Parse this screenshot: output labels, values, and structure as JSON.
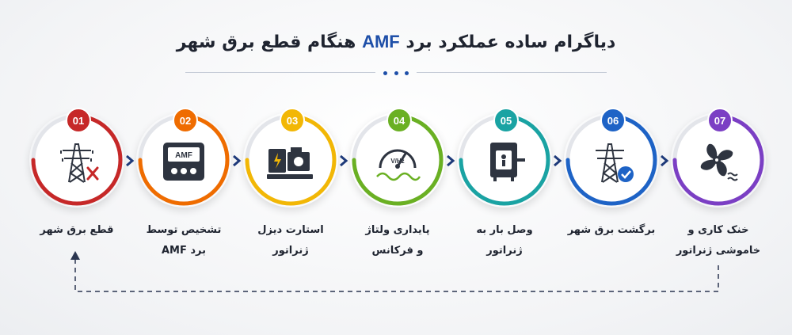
{
  "title": {
    "before": "دیاگرام ساده عملکرد برد",
    "highlight": "AMF",
    "after": "هنگام قطع برق شهر"
  },
  "steps": [
    {
      "num": "01",
      "line1": "قطع برق شهر",
      "line2": "",
      "color": "#c62828",
      "icon": "power-tower-cut-icon"
    },
    {
      "num": "02",
      "line1": "تشخیص توسط",
      "line2": "برد AMF",
      "color": "#ef6c00",
      "icon": "amf-controller-icon"
    },
    {
      "num": "03",
      "line1": "استارت دیزل",
      "line2": "ژنراتور",
      "color": "#f2b705",
      "icon": "diesel-generator-icon"
    },
    {
      "num": "04",
      "line1": "پایداری ولتاژ",
      "line2": "و فرکانس",
      "color": "#6ab023",
      "icon": "voltage-frequency-gauge-icon"
    },
    {
      "num": "05",
      "line1": "وصل بار به",
      "line2": "ژنراتور",
      "color": "#1aa3a3",
      "icon": "transfer-switch-icon"
    },
    {
      "num": "06",
      "line1": "برگشت برق شهر",
      "line2": "",
      "color": "#1e63c6",
      "icon": "power-tower-check-icon"
    },
    {
      "num": "07",
      "line1": "خنک کاری و",
      "line2": "خاموشی ژنراتور",
      "color": "#7b3fc4",
      "icon": "cooling-fan-icon"
    }
  ],
  "gauge_text": "V/Hz",
  "amf_text": "AMF"
}
